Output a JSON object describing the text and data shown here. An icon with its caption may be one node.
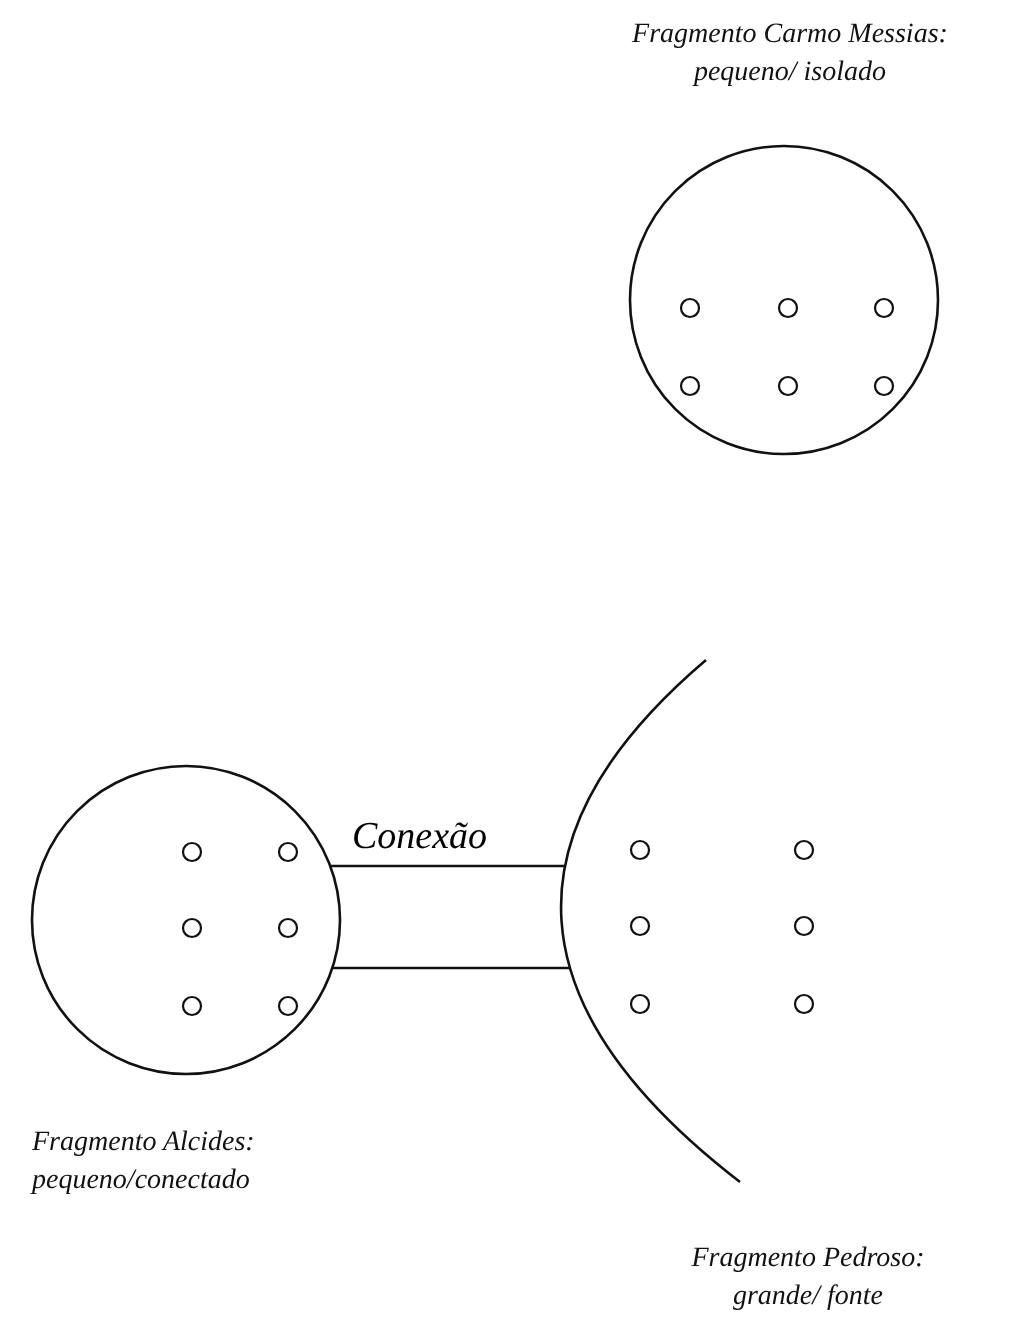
{
  "diagram": {
    "nodes": [
      {
        "text": [],
        "shape": "circle",
        "beside": [
          "Fragmento Carmo Messias: pequeno/ isolado"
        ]
      },
      {
        "text": [],
        "shape": "circle",
        "beside": [
          "Fragmento Alcides: pequeno/conectado"
        ]
      },
      {
        "text": [],
        "shape": "arc",
        "beside": [
          "Fragmento Pedroso: grande/ fonte"
        ]
      }
    ],
    "edges": [
      {
        "from": 1,
        "to": 2,
        "arrow": "none",
        "label": "Conexão"
      },
      {
        "from": 1,
        "to": 2,
        "arrow": "none"
      }
    ]
  }
}
